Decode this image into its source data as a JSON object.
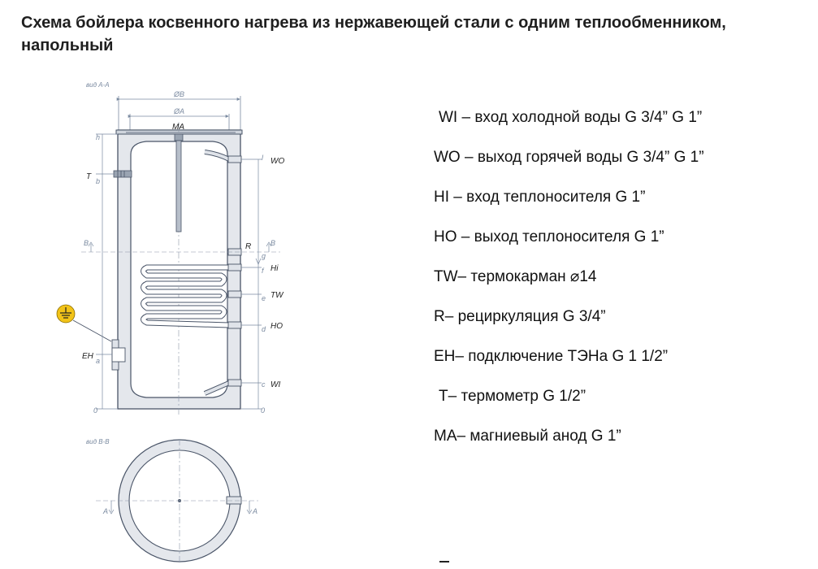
{
  "title": "Схема бойлера косвенного нагрева из нержавеющей стали с одним теплообменником, напольный",
  "legend": [
    "WI – вход  холодной воды  G 3/4” G 1”",
    "WO – выход горячей воды G 3/4” G 1”",
    "HI – вход теплоносителя  G 1”",
    "HO – выход теплоносителя G 1”",
    "TW– термокарман ⌀14",
    "R– рециркуляция G 3/4”",
    "EH– подключение ТЭНа G 1 1/2”",
    "T– термометр G 1/2”",
    "MA– магниевый анод G 1”"
  ],
  "diagram": {
    "view_aa": "вид А-А",
    "view_bb": "вид В-В",
    "dim_b": "ØB",
    "dim_a": "ØA",
    "ma": "MA",
    "wo": "WO",
    "r": "R",
    "hi": "Hi",
    "tw": "TW",
    "ho": "HO",
    "wi": "WI",
    "t": "T",
    "eh": "EH",
    "right_letters": [
      "l",
      "g",
      "f",
      "e",
      "d",
      "c"
    ],
    "left_letters": [
      "h",
      "b",
      "a"
    ],
    "zero_left": "0",
    "zero_right": "0",
    "sec_b_left": "B",
    "sec_b_right": "B",
    "sec_a_left": "A",
    "sec_a_right": "A"
  },
  "colors": {
    "tank_fill": "#e4e7ec",
    "outline": "#4a5568",
    "dim_line": "#7a8aa0",
    "ground_icon": "#f2c318"
  }
}
